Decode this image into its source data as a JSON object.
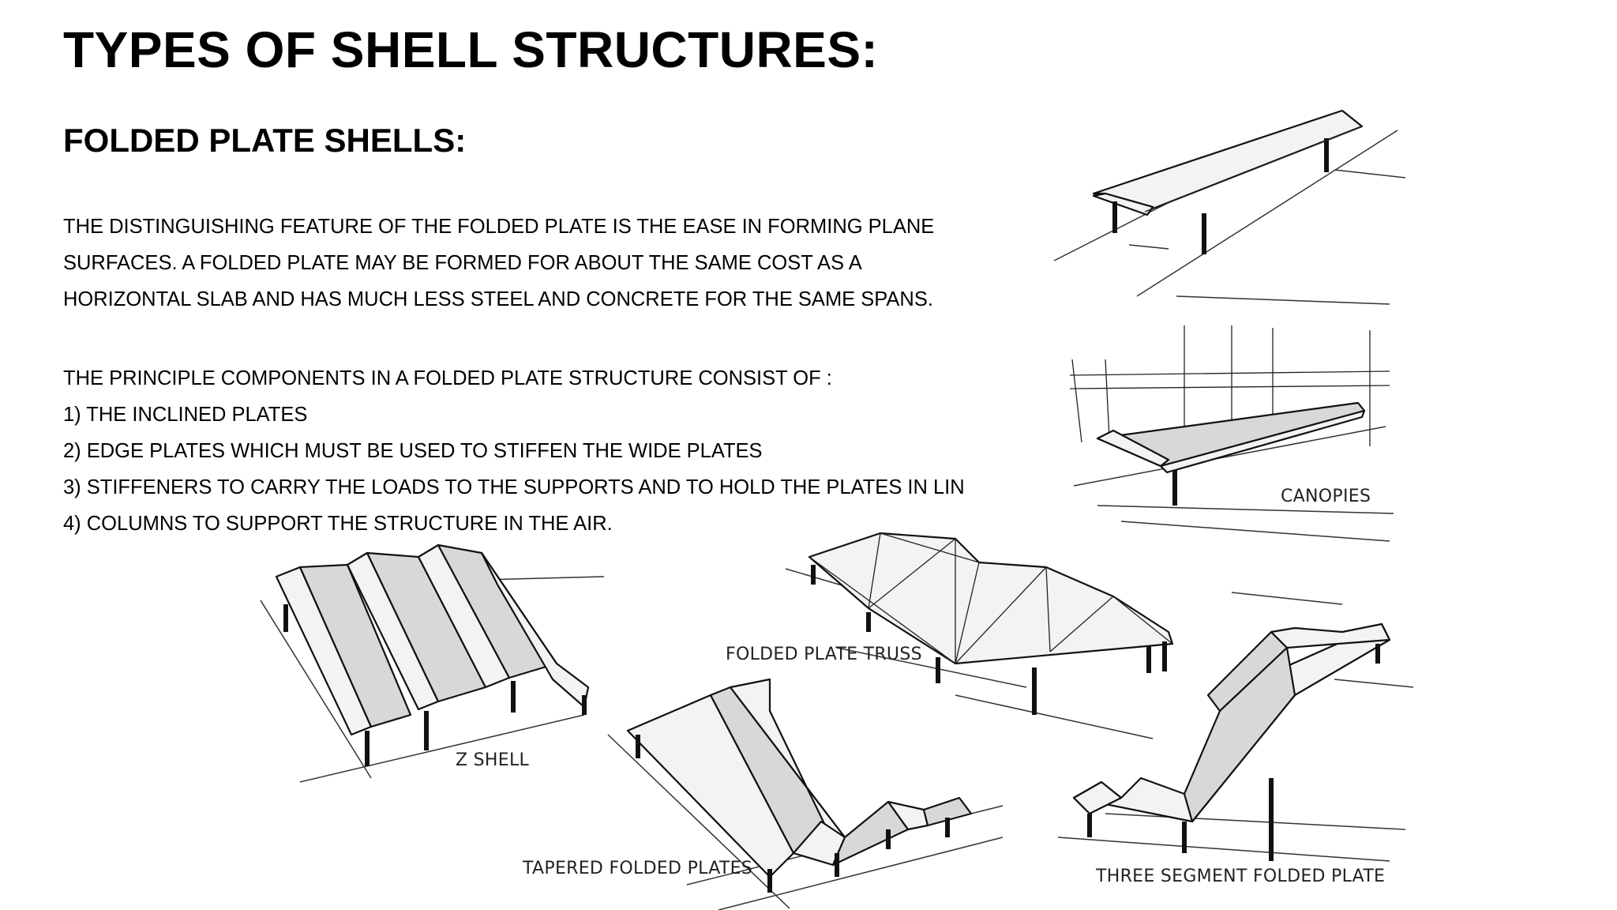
{
  "title": "TYPES OF SHELL STRUCTURES:",
  "subtitle": "FOLDED PLATE SHELLS:",
  "paragraph1": [
    "THE DISTINGUISHING FEATURE OF THE FOLDED PLATE IS THE EASE IN FORMING PLANE",
    "SURFACES. A FOLDED PLATE MAY BE FORMED FOR ABOUT THE SAME COST AS A",
    "HORIZONTAL SLAB AND HAS MUCH LESS STEEL AND CONCRETE FOR THE SAME SPANS."
  ],
  "paragraph2": [
    "THE PRINCIPLE COMPONENTS IN A FOLDED PLATE STRUCTURE  CONSIST OF :",
    "1)  THE INCLINED PLATES",
    "2)  EDGE PLATES WHICH MUST BE USED TO STIFFEN THE WIDE PLATES",
    "3)  STIFFENERS TO CARRY THE LOADS TO THE SUPPORTS AND TO HOLD THE PLATES IN LIN",
    "4) COLUMNS TO SUPPORT THE STRUCTURE IN THE AIR."
  ],
  "captions": {
    "canopies": "CANOPIES",
    "folded_plate_truss": "FOLDED PLATE TRUSS",
    "z_shell": "Z SHELL",
    "tapered_folded_plates": "TAPERED FOLDED PLATES",
    "three_segment_folded_plate": "THREE SEGMENT FOLDED PLATE"
  }
}
